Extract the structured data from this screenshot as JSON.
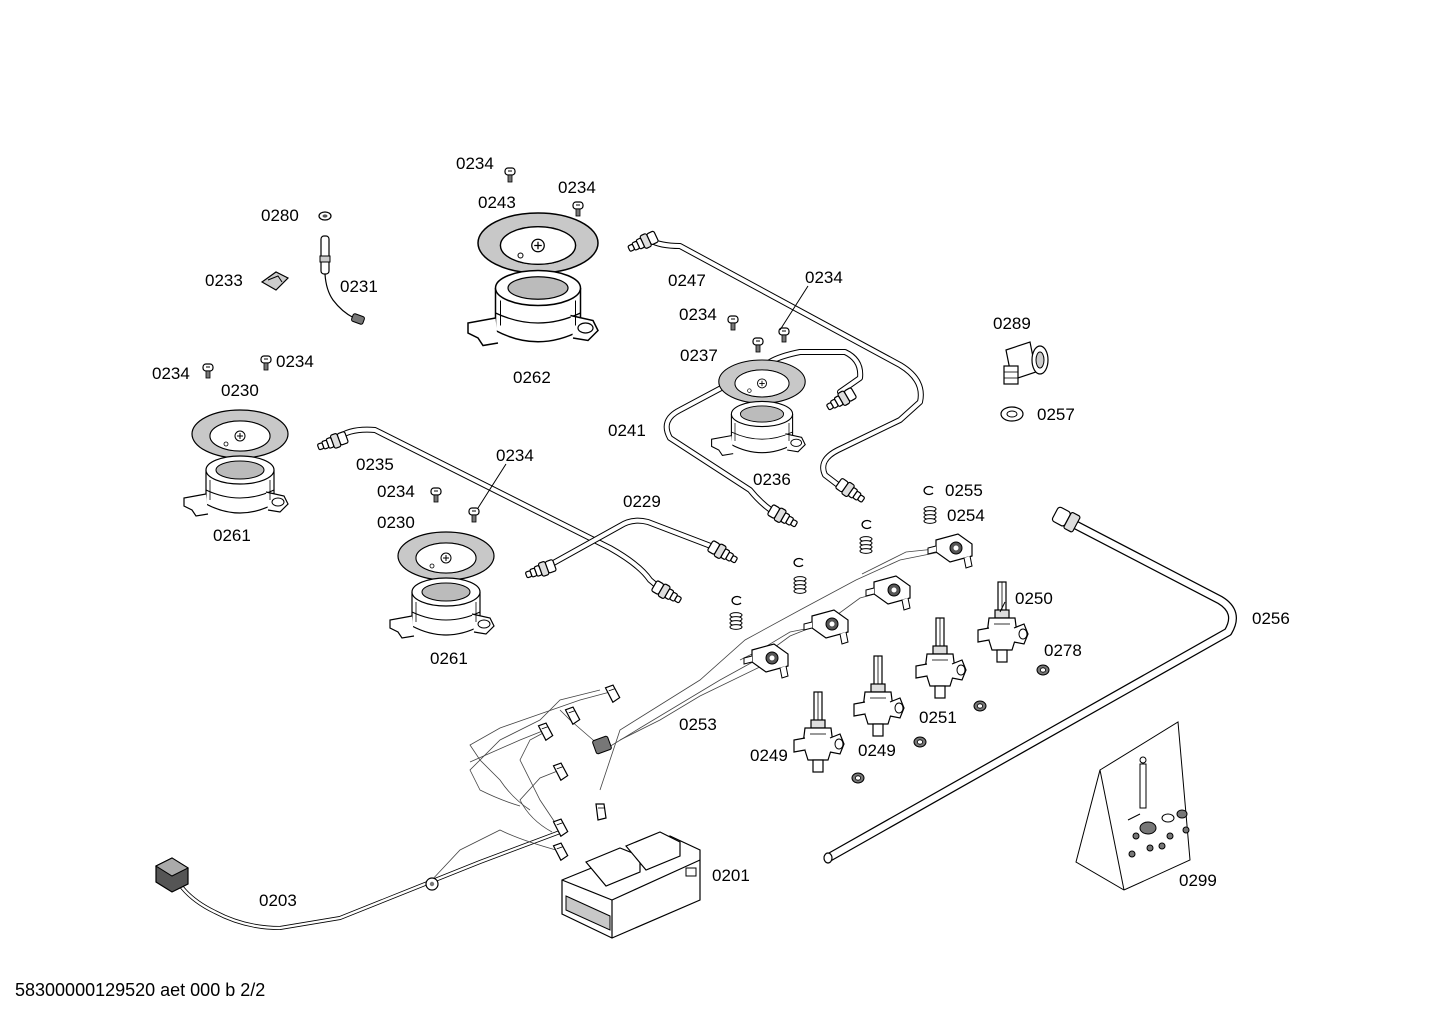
{
  "footer": "58300000129520 aet 000 b 2/2",
  "labels": {
    "l0234_a": "0234",
    "l0243": "0243",
    "l0234_b": "0234",
    "l0280": "0280",
    "l0233": "0233",
    "l0231": "0231",
    "l0262": "0262",
    "l0247": "0247",
    "l0234_c": "0234",
    "l0234_d": "0234",
    "l0237": "0237",
    "l0289": "0289",
    "l0257": "0257",
    "l0241": "0241",
    "l0236": "0236",
    "l0234_e": "0234",
    "l0234_f": "0234",
    "l0230_a": "0230",
    "l0261_a": "0261",
    "l0235": "0235",
    "l0234_g": "0234",
    "l0234_h": "0234",
    "l0230_b": "0230",
    "l0229": "0229",
    "l0255": "0255",
    "l0254": "0254",
    "l0261_b": "0261",
    "l0256": "0256",
    "l0250": "0250",
    "l0278": "0278",
    "l0253": "0253",
    "l0251": "0251",
    "l0249_a": "0249",
    "l0249_b": "0249",
    "l0201": "0201",
    "l0203": "0203",
    "l0299": "0299"
  }
}
